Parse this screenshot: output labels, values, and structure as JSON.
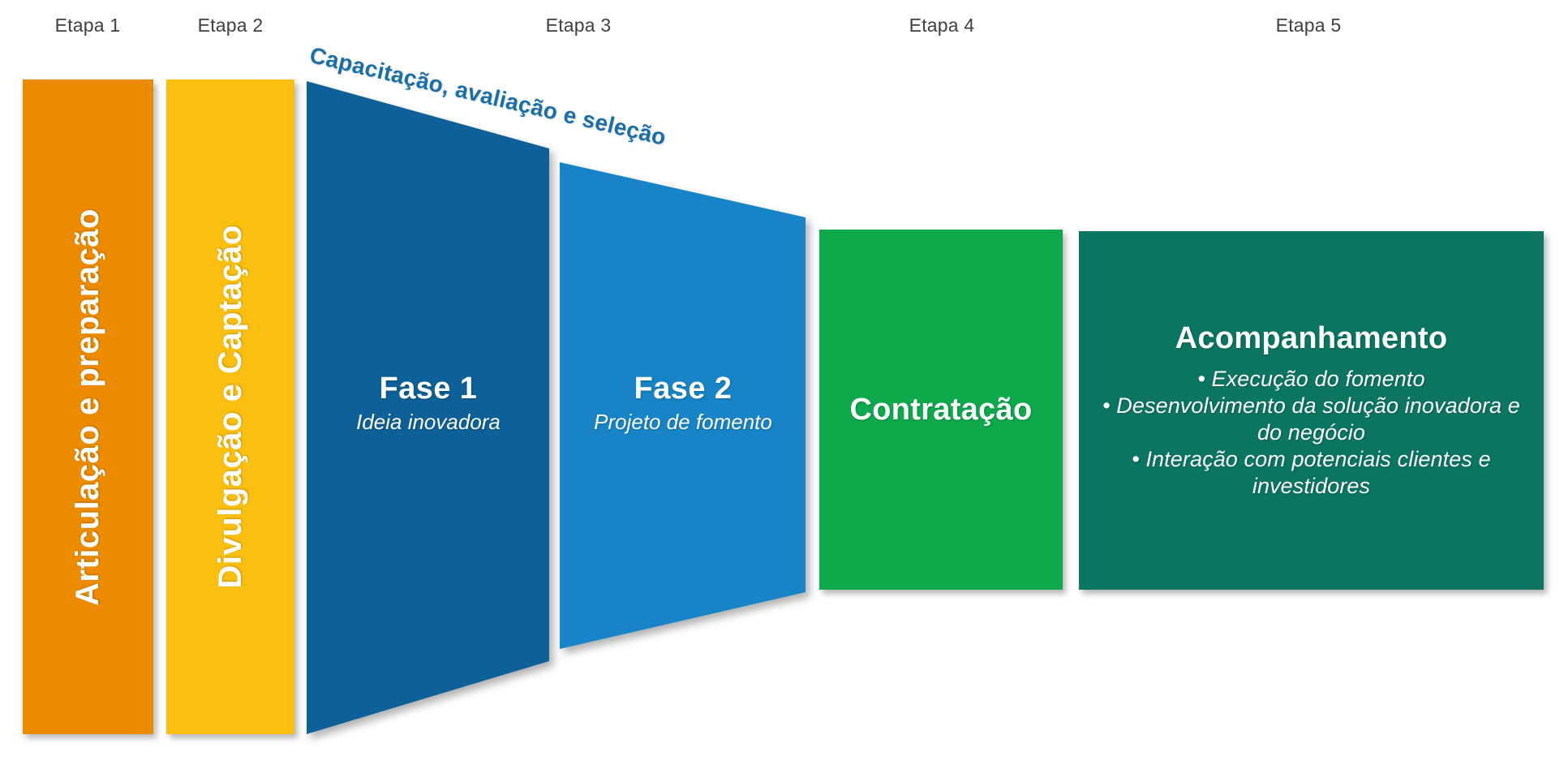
{
  "stages": [
    {
      "label": "Etapa 1"
    },
    {
      "label": "Etapa 2"
    },
    {
      "label": "Etapa 3"
    },
    {
      "label": "Etapa 4"
    },
    {
      "label": "Etapa 5"
    }
  ],
  "bars": [
    {
      "text": "Articulação e preparação",
      "color": "#ED8B00"
    },
    {
      "text": "Divulgação e Captação",
      "color": "#FBBF10"
    }
  ],
  "funnel": {
    "caption": "Capacitação, avaliação e seleção",
    "caption_color": "#1A6FA8",
    "phases": [
      {
        "title": "Fase 1",
        "subtitle": "Ideia inovadora",
        "color": "#0B6198"
      },
      {
        "title": "Fase 2",
        "subtitle": "Projeto de fomento",
        "color": "#1284C6"
      }
    ]
  },
  "boxes": [
    {
      "title": "Contratação",
      "color": "#0DA94B",
      "bullets": []
    },
    {
      "title": "Acompanhamento",
      "color": "#0A7561",
      "bullets": [
        "Execução do fomento",
        "Desenvolvimento da solução inovadora e do negócio",
        "Interação com potenciais clientes e investidores"
      ]
    }
  ]
}
